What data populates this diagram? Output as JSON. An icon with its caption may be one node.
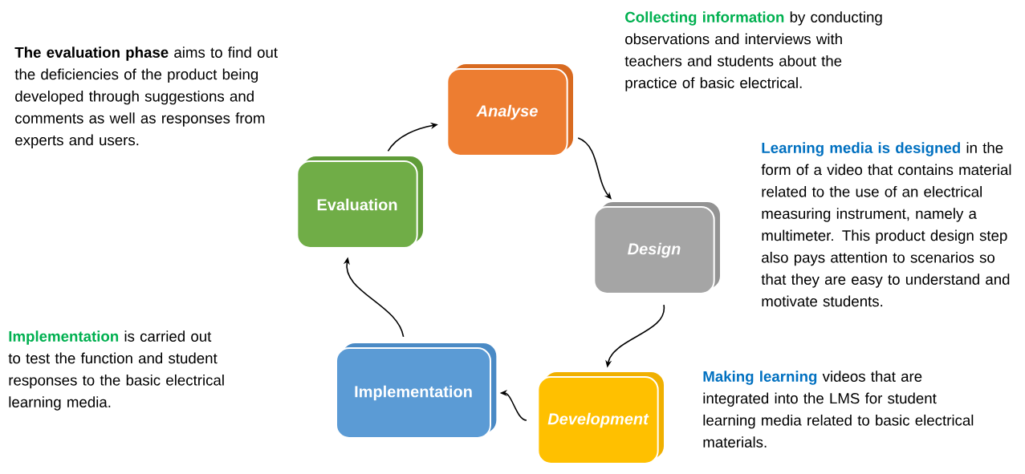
{
  "diagram": {
    "nodes": [
      {
        "text": [
          "Analyse"
        ]
      },
      {
        "text": [
          "Design"
        ]
      },
      {
        "text": [
          "Development"
        ]
      },
      {
        "text": [
          "Implementation"
        ]
      },
      {
        "text": [
          "Evaluation"
        ]
      }
    ],
    "edges": [
      {
        "from": 0,
        "to": 1,
        "arrow": "to"
      },
      {
        "from": 1,
        "to": 2,
        "arrow": "to"
      },
      {
        "from": 2,
        "to": 3,
        "arrow": "to"
      },
      {
        "from": 3,
        "to": 4,
        "arrow": "to"
      },
      {
        "from": 4,
        "to": 0,
        "arrow": "to"
      }
    ],
    "labels": [
      "**Collecting information** by conducting observations and interviews with teachers and students about the practice of basic electrical.",
      "**The evaluation phase** aims to find out the deficiencies of the product being developed through suggestions and comments as well as responses from experts and users.",
      "**Learning media is designed** in the form of a video that contains material related to the use of an electrical measuring instrument, namely a multimeter. This product design step also pays attention to scenarios so that they are easy to understand and motivate students.",
      "**Implementation** is carried out to test the function and student responses to the basic electrical learning media.",
      "**Making learning** videos that are integrated into the LMS for student learning media related to basic electrical materials."
    ]
  }
}
